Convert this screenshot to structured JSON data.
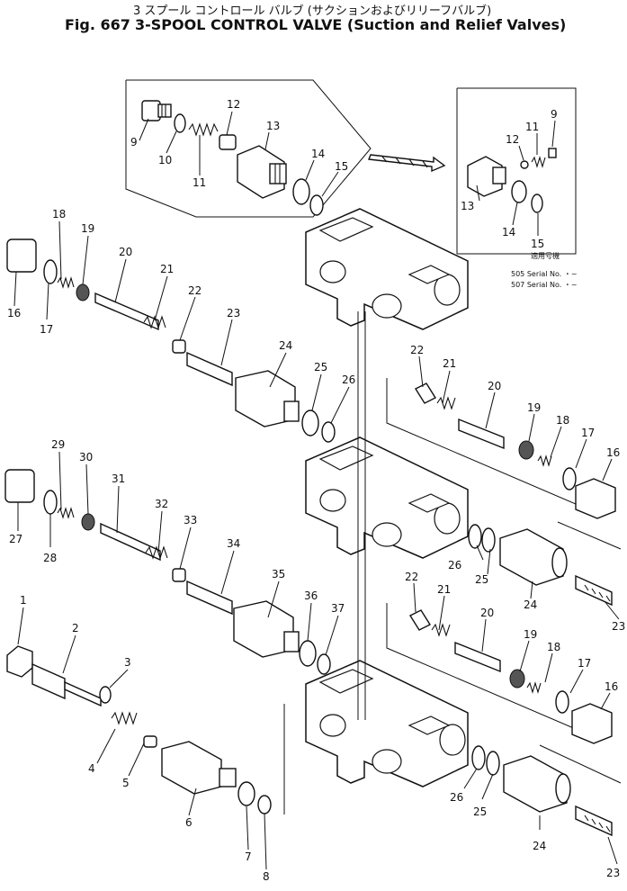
{
  "title": {
    "japanese": "3 スプール コントロール バルブ (サクションおよびリリーフバルブ)",
    "figure": "Fig. 667",
    "english": "3-SPOOL CONTROL VALVE (Suction and Relief Valves)"
  },
  "serial_note": {
    "header": "適用号機",
    "line1": "505 Serial No. ・~",
    "line2": "507 Serial No. ・~"
  },
  "callouts": [
    "1",
    "2",
    "3",
    "4",
    "5",
    "6",
    "7",
    "8",
    "9",
    "10",
    "11",
    "12",
    "13",
    "14",
    "15",
    "16",
    "17",
    "18",
    "19",
    "20",
    "21",
    "22",
    "23",
    "24",
    "25",
    "26",
    "27",
    "28",
    "29",
    "30",
    "31",
    "32",
    "33",
    "34",
    "35",
    "36",
    "37"
  ],
  "detail_labels": [
    "9",
    "11",
    "12",
    "13",
    "14",
    "15"
  ],
  "repeat_labels": [
    "16",
    "17",
    "18",
    "19",
    "20",
    "21",
    "22",
    "23",
    "24",
    "25",
    "26"
  ]
}
